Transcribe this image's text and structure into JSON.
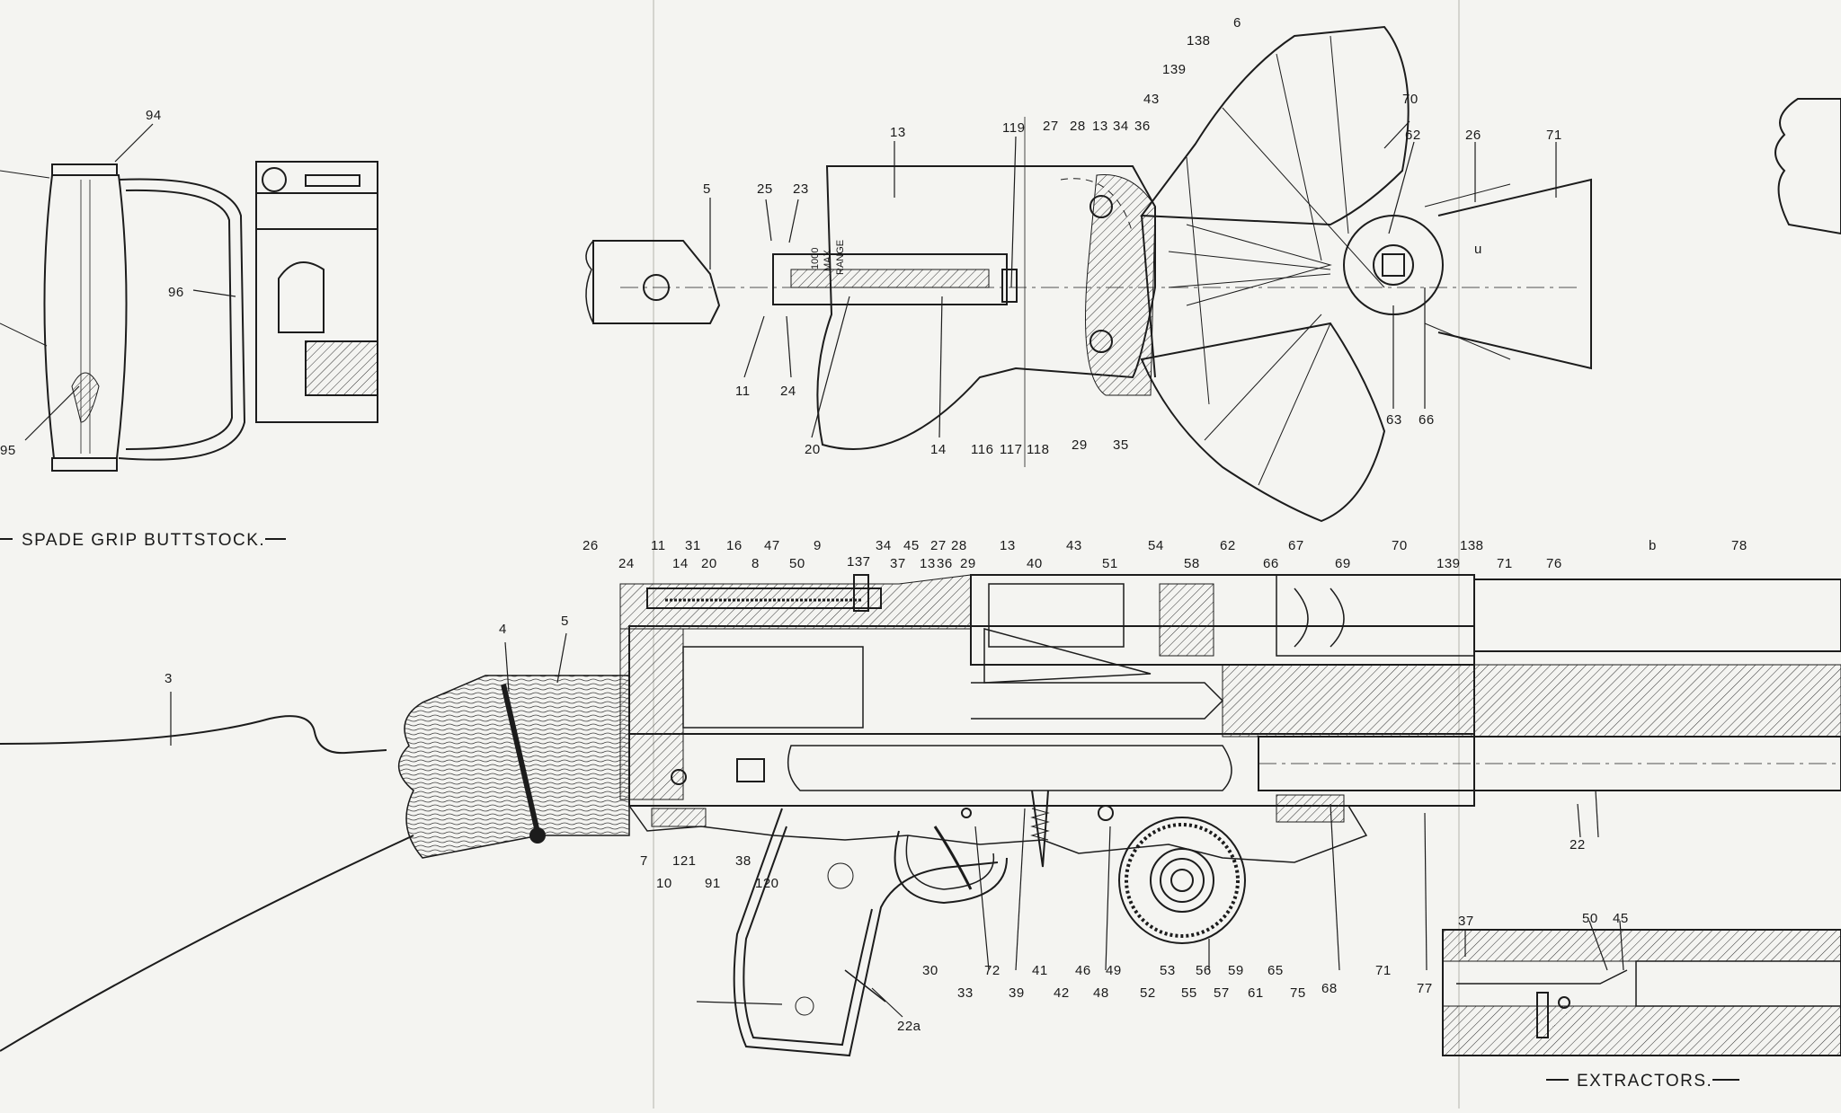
{
  "captions": {
    "spade_grip": "SPADE GRIP BUTTSTOCK.",
    "extractors": "EXTRACTORS."
  },
  "sight_marks": [
    "1000",
    "MAX",
    "RANGE"
  ],
  "callouts": {
    "buttstock": [
      "94",
      "96",
      "95"
    ],
    "sight": [
      "13",
      "5",
      "25",
      "23",
      "11",
      "24",
      "20",
      "14",
      "116",
      "117",
      "118",
      "119",
      "27",
      "28",
      "13",
      "34",
      "36",
      "29",
      "35"
    ],
    "magazine": [
      "6",
      "138",
      "139",
      "43",
      "70",
      "62",
      "26",
      "71",
      "u",
      "63",
      "66"
    ],
    "receiver_top": [
      "26",
      "24",
      "11",
      "31",
      "14",
      "20",
      "16",
      "47",
      "8",
      "50",
      "9",
      "137",
      "34",
      "45",
      "37",
      "13",
      "27",
      "36",
      "28",
      "29",
      "13",
      "40",
      "43",
      "51",
      "54",
      "58",
      "62",
      "66",
      "67",
      "69",
      "70",
      "139",
      "138",
      "71",
      "76",
      "b",
      "78"
    ],
    "stock": [
      "3",
      "4",
      "5"
    ],
    "receiver_bottom": [
      "7",
      "10",
      "121",
      "91",
      "38",
      "120",
      "30",
      "33",
      "72",
      "39",
      "41",
      "42",
      "46",
      "48",
      "49",
      "52",
      "53",
      "55",
      "56",
      "57",
      "59",
      "61",
      "65",
      "75",
      "68",
      "71",
      "77",
      "22",
      "22a"
    ],
    "extractors": [
      "37",
      "50",
      "45"
    ]
  }
}
